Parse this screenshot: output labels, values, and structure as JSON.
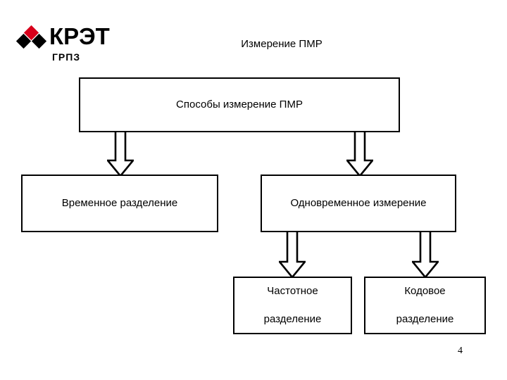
{
  "slide": {
    "title": "Измерение ПМР",
    "page_number": "4"
  },
  "logo": {
    "name": "КРЭТ",
    "subtitle": "ГРПЗ",
    "diamond_red": "#d8001b",
    "diamond_black": "#000000"
  },
  "diagram": {
    "type": "flowchart",
    "root": {
      "label": "Способы измерение ПМР"
    },
    "level2": [
      {
        "label": "Временное разделение"
      },
      {
        "label": "Одновременное измерение"
      }
    ],
    "level3": [
      {
        "label": "Частотное\nразделение",
        "line1": "Частотное",
        "line2": "разделение"
      },
      {
        "label": "Кодовое\nразделение",
        "line1": "Кодовое",
        "line2": "разделение"
      }
    ],
    "connectors": [
      {
        "from": "root",
        "to": "Временное разделение",
        "style": "block-arrow-down"
      },
      {
        "from": "root",
        "to": "Одновременное измерение",
        "style": "block-arrow-down"
      },
      {
        "from": "Одновременное измерение",
        "to": "Частотное разделение",
        "style": "block-arrow-down"
      },
      {
        "from": "Одновременное измерение",
        "to": "Кодовое разделение",
        "style": "block-arrow-down"
      }
    ],
    "stroke_color": "#000000",
    "fill_color": "#ffffff"
  }
}
